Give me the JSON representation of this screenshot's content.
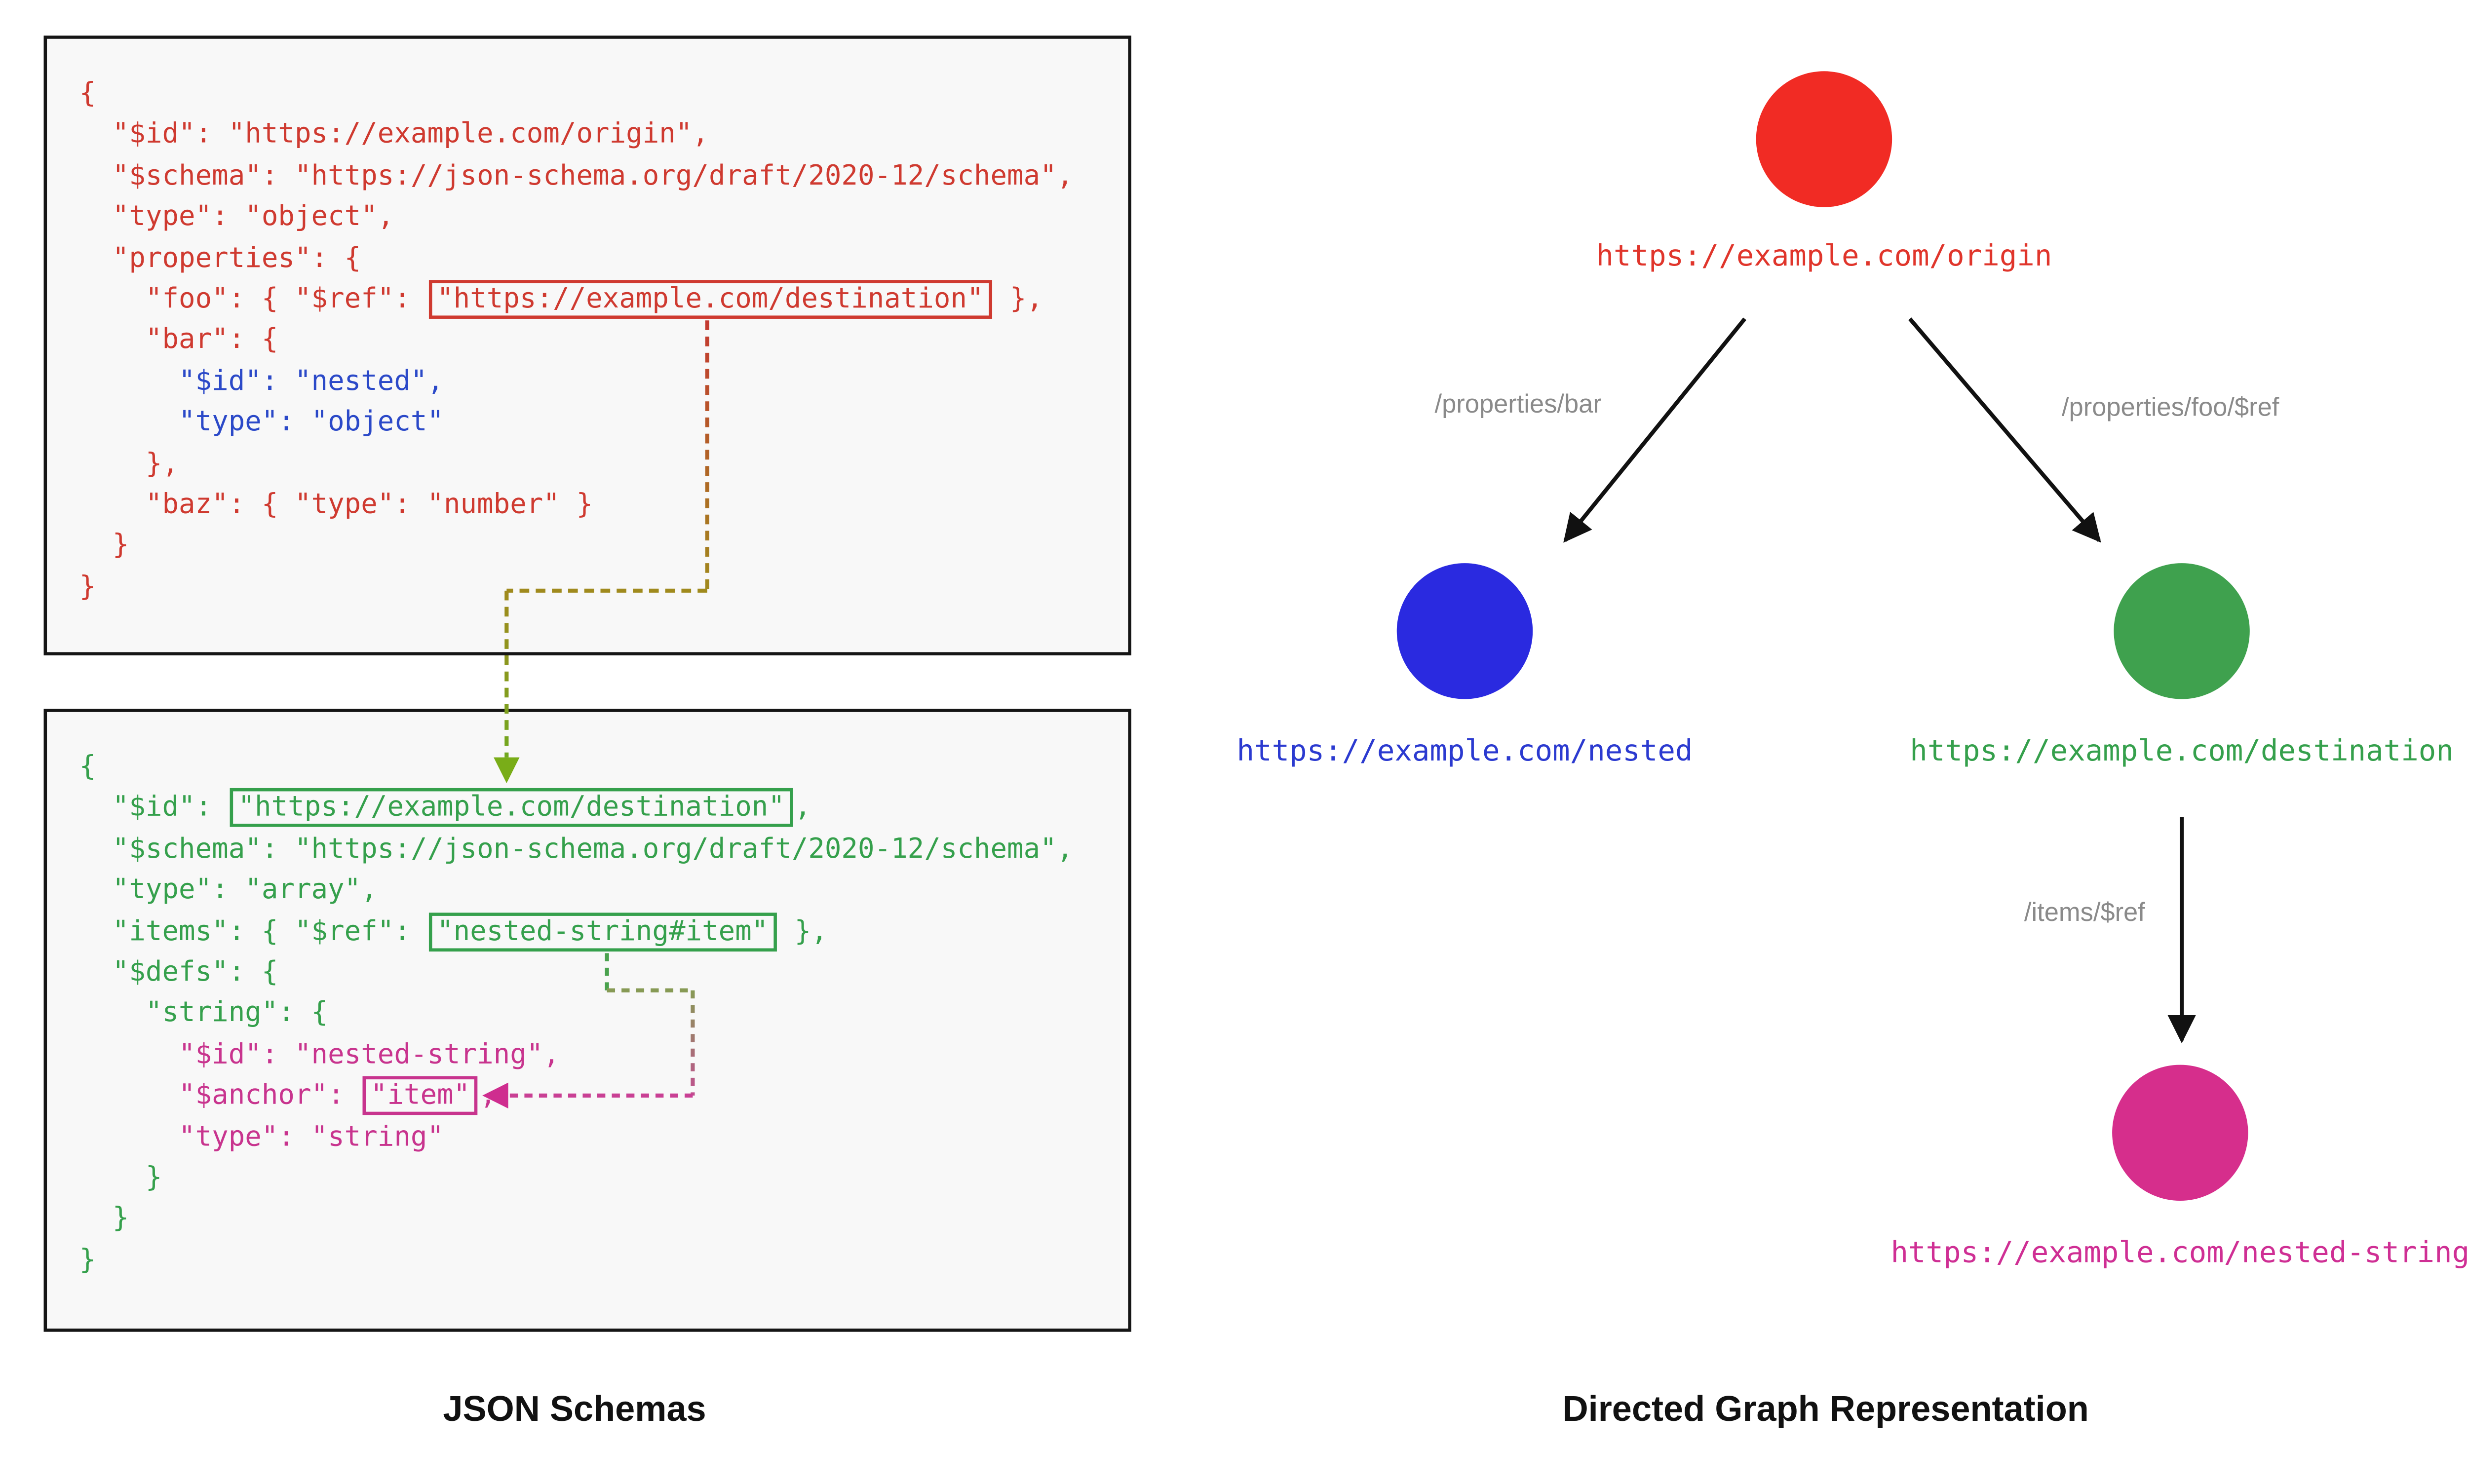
{
  "palette": {
    "code_red": "#cf3a30",
    "code_blue": "#2b49c8",
    "code_green": "#35a04c",
    "code_magenta": "#c8348e",
    "edge_label_gray": "#8a8a8a",
    "arrow_black": "#111111",
    "connector_olive": "#a08a1d",
    "connector_yellow_green": "#79ad18",
    "box_background": "#f8f8f8"
  },
  "schemas": {
    "caption": "JSON Schemas",
    "box1": {
      "lines": [
        [
          {
            "t": "{",
            "c": "red"
          }
        ],
        [
          {
            "t": "  \"$id\": \"https://example.com/origin\",",
            "c": "red"
          }
        ],
        [
          {
            "t": "  \"$schema\": \"https://json-schema.org/draft/2020-12/schema\",",
            "c": "red"
          }
        ],
        [
          {
            "t": "  \"type\": \"object\",",
            "c": "red"
          }
        ],
        [
          {
            "t": "  \"properties\": {",
            "c": "red"
          }
        ],
        [
          {
            "t": "    \"foo\": { \"$ref\": ",
            "c": "red"
          },
          {
            "t": "\"https://example.com/destination\"",
            "c": "red",
            "b": true
          },
          {
            "t": " },",
            "c": "red"
          }
        ],
        [
          {
            "t": "    \"bar\": {",
            "c": "red"
          }
        ],
        [
          {
            "t": "      \"$id\": \"nested\",",
            "c": "blue"
          }
        ],
        [
          {
            "t": "      \"type\": \"object\"",
            "c": "blue"
          }
        ],
        [
          {
            "t": "    },",
            "c": "red"
          }
        ],
        [
          {
            "t": "    \"baz\": { \"type\": \"number\" }",
            "c": "red"
          }
        ],
        [
          {
            "t": "  }",
            "c": "red"
          }
        ],
        [
          {
            "t": "}",
            "c": "red"
          }
        ]
      ]
    },
    "box2": {
      "lines": [
        [
          {
            "t": "{",
            "c": "green"
          }
        ],
        [
          {
            "t": "  \"$id\": ",
            "c": "green"
          },
          {
            "t": "\"https://example.com/destination\"",
            "c": "green",
            "b": true
          },
          {
            "t": ",",
            "c": "green"
          }
        ],
        [
          {
            "t": "  \"$schema\": \"https://json-schema.org/draft/2020-12/schema\",",
            "c": "green"
          }
        ],
        [
          {
            "t": "  \"type\": \"array\",",
            "c": "green"
          }
        ],
        [
          {
            "t": "  \"items\": { \"$ref\": ",
            "c": "green"
          },
          {
            "t": "\"nested-string#item\"",
            "c": "green",
            "b": true
          },
          {
            "t": " },",
            "c": "green"
          }
        ],
        [
          {
            "t": "  \"$defs\": {",
            "c": "green"
          }
        ],
        [
          {
            "t": "    \"string\": {",
            "c": "green"
          }
        ],
        [
          {
            "t": "      \"$id\": \"nested-string\",",
            "c": "magenta"
          }
        ],
        [
          {
            "t": "      \"$anchor\": ",
            "c": "magenta"
          },
          {
            "t": "\"item\"",
            "c": "magenta",
            "b": true
          },
          {
            "t": ",",
            "c": "magenta"
          }
        ],
        [
          {
            "t": "      \"type\": \"string\"",
            "c": "magenta"
          }
        ],
        [
          {
            "t": "    }",
            "c": "green"
          }
        ],
        [
          {
            "t": "  }",
            "c": "green"
          }
        ],
        [
          {
            "t": "}",
            "c": "green"
          }
        ]
      ]
    }
  },
  "graph": {
    "caption": "Directed Graph Representation",
    "nodes": [
      {
        "id": "origin",
        "label": "https://example.com/origin",
        "color": "#f12b24",
        "label_color": "#e0352b"
      },
      {
        "id": "nested",
        "label": "https://example.com/nested",
        "color": "#2a2ae0",
        "label_color": "#2b3ad0"
      },
      {
        "id": "destination",
        "label": "https://example.com/destination",
        "color": "#3fa14e",
        "label_color": "#35a04c"
      },
      {
        "id": "nested-string",
        "label": "https://example.com/nested-string",
        "color": "#d62e8c",
        "label_color": "#cf2f94"
      }
    ],
    "edges": [
      {
        "label": "/properties/bar"
      },
      {
        "label": "/properties/foo/$ref"
      },
      {
        "label": "/items/$ref"
      }
    ]
  }
}
